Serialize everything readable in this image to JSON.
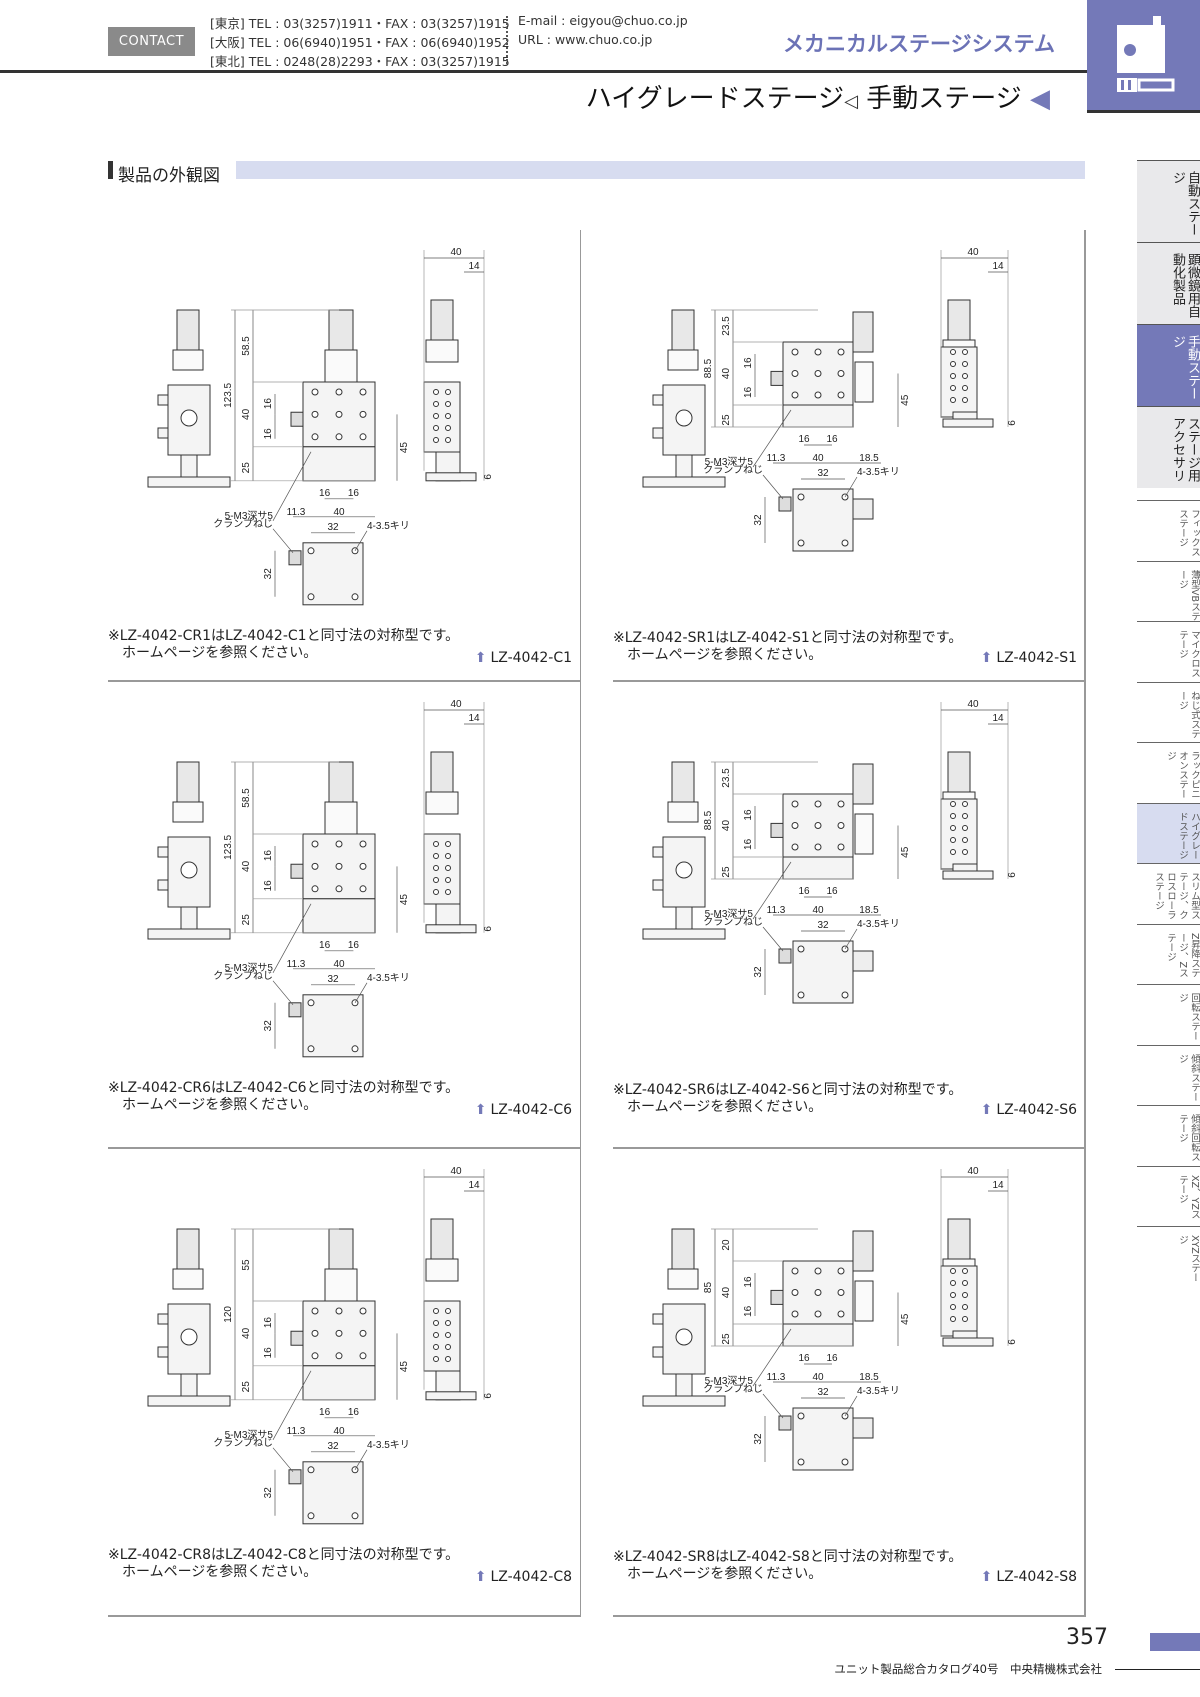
{
  "header": {
    "contact_label": "CONTACT",
    "contacts": [
      "[東京] TEL : 03(3257)1911・FAX : 03(3257)1915",
      "[大阪] TEL : 06(6940)1951・FAX : 06(6940)1952",
      "[東北] TEL : 0248(28)2293・FAX : 03(3257)1915"
    ],
    "email": "E-mail : eigyou@chuo.co.jp",
    "url": "URL : www.chuo.co.jp",
    "brand": "メカニカルステージシステム",
    "title_sub": "ハイグレードステージ",
    "title_main": "手動ステージ",
    "accent_color": "#7479b8"
  },
  "section": {
    "title": "製品の外観図"
  },
  "panels": [
    {
      "variant": "C",
      "model": "LZ-4042-C1",
      "note": "※LZ-4042-CR1はLZ-4042-C1と同寸法の対称型です。\n　ホームページを参照ください。",
      "dims": {
        "total": "123.5",
        "upper": "58.5",
        "mid": "40",
        "h1": "16",
        "h2": "16",
        "lower": "25",
        "right": "45",
        "w40": "40",
        "w14": "14",
        "base": "6",
        "b1": "16",
        "b2": "16",
        "off": "11.3",
        "bw": "40",
        "tap": "5-M3深サ5",
        "clamp": "クランプねじ",
        "t32": "32",
        "holes": "4-3.5キリ",
        "v32": "32"
      }
    },
    {
      "variant": "S",
      "model": "LZ-4042-S1",
      "note": "※LZ-4042-SR1はLZ-4042-S1と同寸法の対称型です。\n　ホームページを参照ください。",
      "dims": {
        "total": "88.5",
        "upper": "23.5",
        "mid": "40",
        "h1": "16",
        "h2": "16",
        "lower": "25",
        "right": "45",
        "w40": "40",
        "w14": "14",
        "base": "6",
        "b1": "16",
        "b2": "16",
        "off": "11.3",
        "bw": "40",
        "extra": "18.5",
        "tap": "5-M3深サ5",
        "clamp": "クランプねじ",
        "t32": "32",
        "holes": "4-3.5キリ",
        "v32": "32"
      }
    },
    {
      "variant": "C",
      "model": "LZ-4042-C6",
      "note": "※LZ-4042-CR6はLZ-4042-C6と同寸法の対称型です。\n　ホームページを参照ください。",
      "dims": {
        "total": "123.5",
        "upper": "58.5",
        "mid": "40",
        "h1": "16",
        "h2": "16",
        "lower": "25",
        "right": "45",
        "w40": "40",
        "w14": "14",
        "base": "6",
        "b1": "16",
        "b2": "16",
        "off": "11.3",
        "bw": "40",
        "tap": "5-M3深サ5",
        "clamp": "クランプねじ",
        "t32": "32",
        "holes": "4-3.5キリ",
        "v32": "32"
      }
    },
    {
      "variant": "S",
      "model": "LZ-4042-S6",
      "note": "※LZ-4042-SR6はLZ-4042-S6と同寸法の対称型です。\n　ホームページを参照ください。",
      "dims": {
        "total": "88.5",
        "upper": "23.5",
        "mid": "40",
        "h1": "16",
        "h2": "16",
        "lower": "25",
        "right": "45",
        "w40": "40",
        "w14": "14",
        "base": "6",
        "b1": "16",
        "b2": "16",
        "off": "11.3",
        "bw": "40",
        "extra": "18.5",
        "tap": "5-M3深サ5",
        "clamp": "クランプねじ",
        "t32": "32",
        "holes": "4-3.5キリ",
        "v32": "32"
      }
    },
    {
      "variant": "C",
      "model": "LZ-4042-C8",
      "note": "※LZ-4042-CR8はLZ-4042-C8と同寸法の対称型です。\n　ホームページを参照ください。",
      "dims": {
        "total": "120",
        "upper": "55",
        "mid": "40",
        "h1": "16",
        "h2": "16",
        "lower": "25",
        "right": "45",
        "w40": "40",
        "w14": "14",
        "base": "6",
        "b1": "16",
        "b2": "16",
        "off": "11.3",
        "bw": "40",
        "tap": "5-M3深サ5",
        "clamp": "クランプねじ",
        "t32": "32",
        "holes": "4-3.5キリ",
        "v32": "32"
      }
    },
    {
      "variant": "S",
      "model": "LZ-4042-S8",
      "note": "※LZ-4042-SR8はLZ-4042-S8と同寸法の対称型です。\n　ホームページを参照ください。",
      "dims": {
        "total": "85",
        "upper": "20",
        "mid": "40",
        "h1": "16",
        "h2": "16",
        "lower": "25",
        "right": "45",
        "w40": "40",
        "w14": "14",
        "base": "6",
        "b1": "16",
        "b2": "16",
        "off": "11.3",
        "bw": "40",
        "extra": "18.5",
        "tap": "5-M3深サ5",
        "clamp": "クランプねじ",
        "t32": "32",
        "holes": "4-3.5キリ",
        "v32": "32"
      }
    }
  ],
  "sidebar": {
    "main_tabs": [
      {
        "label": "自動ステージ",
        "active": false
      },
      {
        "label": "顕微鏡用自動化製品",
        "active": false
      },
      {
        "label": "手動ステージ",
        "active": true
      },
      {
        "label": "ステージ用アクセサリ",
        "active": false
      }
    ],
    "sub_tabs": [
      {
        "label": "フィックスステージ",
        "active": false
      },
      {
        "label": "薄型VBステージ",
        "active": false
      },
      {
        "label": "マイクロステージ",
        "active": false
      },
      {
        "label": "ねじ式ステージ",
        "active": false
      },
      {
        "label": "ラックピニオンステージ",
        "active": false
      },
      {
        "label": "ハイグレードステージ",
        "active": true
      },
      {
        "label": "スリム型ステージ、クロスローラステージ",
        "active": false
      },
      {
        "label": "Z昇降ステージ、Zステージ",
        "active": false
      },
      {
        "label": "回転ステージ",
        "active": false
      },
      {
        "label": "傾斜ステージ",
        "active": false
      },
      {
        "label": "傾斜回転ステージ",
        "active": false
      },
      {
        "label": "XZ、YZステージ",
        "active": false
      },
      {
        "label": "XYZステージ",
        "active": false
      }
    ]
  },
  "footer": {
    "page_number": "357",
    "catalog": "ユニット製品総合カタログ40号　中央精機株式会社"
  }
}
